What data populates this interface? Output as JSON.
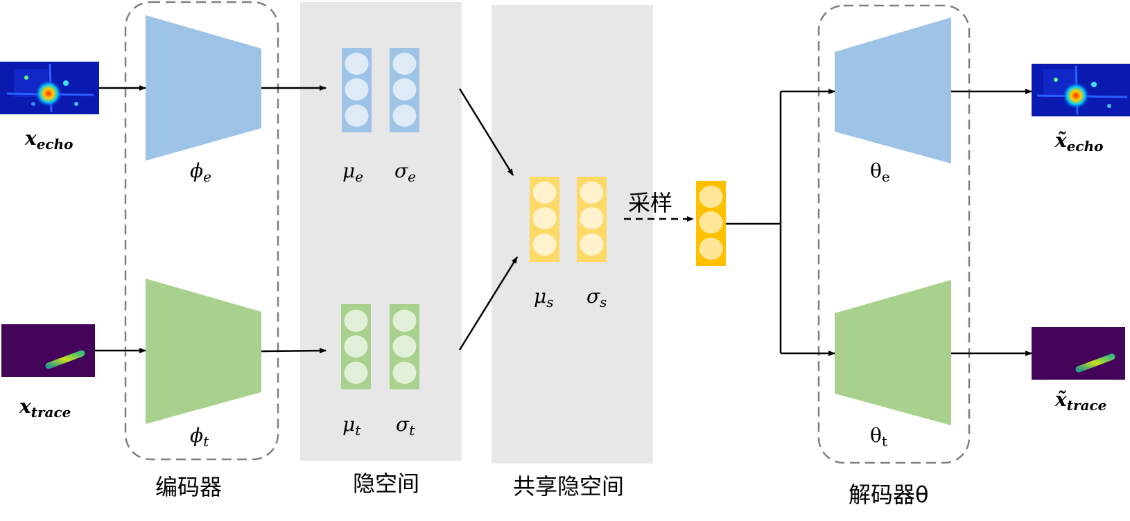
{
  "colors": {
    "encoder_e": "#9dc3e6",
    "encoder_t": "#a9d18e",
    "latent_e": "#9dc3e6",
    "latent_t": "#a9d18e",
    "shared_latent": "#ffd966",
    "sample_vector": "#ffc000",
    "panel_bg": "#e7e7e7",
    "dashed_border": "#7f7f7f"
  },
  "inputs": {
    "echo": {
      "var": "x",
      "sub": "echo"
    },
    "trace": {
      "var": "x",
      "sub": "trace"
    }
  },
  "outputs": {
    "echo": {
      "var": "x̃",
      "sub": "echo"
    },
    "trace": {
      "var": "x̃",
      "sub": "trace"
    }
  },
  "encoder": {
    "label": "编码器",
    "phi_e": {
      "var": "ϕ",
      "sub": "e"
    },
    "phi_t": {
      "var": "ϕ",
      "sub": "t"
    }
  },
  "latent": {
    "label": "隐空间",
    "mu_e": {
      "var": "μ",
      "sub": "e"
    },
    "sigma_e": {
      "var": "σ",
      "sub": "e"
    },
    "mu_t": {
      "var": "μ",
      "sub": "t"
    },
    "sigma_t": {
      "var": "σ",
      "sub": "t"
    }
  },
  "shared": {
    "label": "共享隐空间",
    "mu_s": {
      "var": "μ",
      "sub": "s"
    },
    "sigma_s": {
      "var": "σ",
      "sub": "s"
    }
  },
  "sampling": {
    "label": "采样"
  },
  "decoder": {
    "label": "解码器θ",
    "theta_e": {
      "var": "θ",
      "sub": "e"
    },
    "theta_t": {
      "var": "θ",
      "sub": "t"
    }
  }
}
